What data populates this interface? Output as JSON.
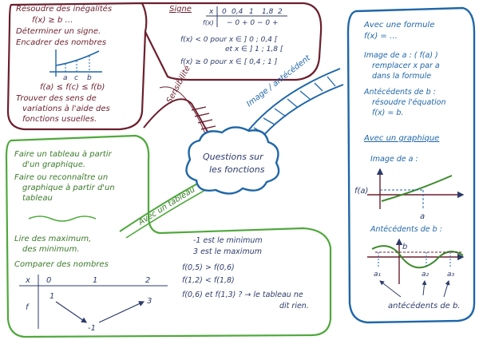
{
  "center": {
    "line1": "Questions sur",
    "line2": "les fonctions"
  },
  "colors": {
    "maroon": "#6b1f2e",
    "blue": "#1f66a8",
    "green": "#4fa83c",
    "ink": "#2d3b6a"
  },
  "branches": {
    "sens": "Sensibilité",
    "image": "Image / antécédent",
    "tableau": "Avec un tableau"
  },
  "maroon": {
    "items": [
      "Résoudre des inégalités",
      "Déterminer un signe.",
      "Encadrer des nombres",
      "Trouver des sens de",
      "variations à l'aide des",
      "fonctions usuelles."
    ],
    "ineq": "f(x) ≥ b …",
    "bullet_ineq": "f(a) ≤ f(c) ≤ f(b)",
    "graph_labels": [
      "a",
      "c",
      "b"
    ],
    "sign_title": "Signe",
    "sign_head": [
      "x",
      "0",
      "0,4",
      "1",
      "1,8",
      "2"
    ],
    "sign_row_label": "f(x)",
    "sign_lines": [
      "f(x) < 0  pour x ∈ ] 0 ; 0,4 [",
      "et x ∈ ] 1 ; 1,8 [",
      "f(x) ≥ 0  pour x ∈ [ 0,4 ; 1 ]"
    ]
  },
  "blue": {
    "title": "Avec une formule",
    "formula": "f(x) = …",
    "image_title": "Image de a : ( f(a) )",
    "image_lines": [
      "remplacer x par a",
      "dans la formule"
    ],
    "ante_title": "Antécédents de b :",
    "ante_lines": [
      "résoudre l'équation",
      "f(x) = b."
    ],
    "graph_title": "Avec un graphique",
    "graph_image": "Image de a :",
    "fa_label": "f(a)",
    "a_label": "a",
    "ante_graph": "Antécédents de b :",
    "b_label": "b",
    "a_labels": [
      "a₁",
      "a₂",
      "a₃"
    ],
    "footer": "antécédents de b."
  },
  "green": {
    "items": [
      "Faire un tableau à partir",
      "d'un graphique.",
      "Faire ou reconnaître un",
      "graphique à partir d'un",
      "tableau"
    ],
    "max_items": [
      "Lire des maximum,",
      "des minimum."
    ],
    "compare": "Comparer des nombres",
    "table_head": [
      "x",
      "0",
      "1",
      "2"
    ],
    "table_row_label": "f",
    "table_values": [
      "1",
      "-1",
      "3"
    ],
    "notes": [
      "-1 est le minimum",
      "3 est le maximum",
      "f(0,5) > f(0,6)",
      "f(1,2) < f(1,8)",
      "f(0,6) et f(1,3) ? → le tableau ne",
      "dit rien."
    ]
  }
}
